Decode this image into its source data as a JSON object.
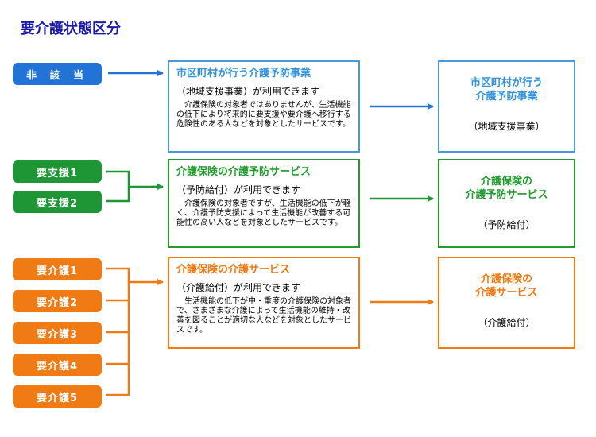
{
  "title": "要介護状態区分",
  "levels": {
    "non": "非 該 当",
    "shien1": "要支援1",
    "shien2": "要支援2",
    "kaigo1": "要介護1",
    "kaigo2": "要介護2",
    "kaigo3": "要介護3",
    "kaigo4": "要介護4",
    "kaigo5": "要介護5"
  },
  "middle": {
    "non": {
      "heading": "市区町村が行う介護予防事業",
      "subheading": "（地域支援事業）が利用できます",
      "description": "介護保険の対象者ではありませんが、生活機能の低下により将来的に要支援や要介護へ移行する危険性のある人などを対象としたサービスです。"
    },
    "shien": {
      "heading": "介護保険の介護予防サービス",
      "subheading": "（予防給付）が利用できます",
      "description": "介護保険の対象者ですが、生活機能の低下が軽く、介護予防支援によって生活機能が改善する可能性の高い人などを対象としたサービスです。"
    },
    "kaigo": {
      "heading": "介護保険の介護サービス",
      "subheading": "（介護給付）が利用できます",
      "description": "生活機能の低下が中・重度の介護保険の対象者で、さまざまな介護によって生活機能の維持・改善を図ることが適切な人などを対象としたサービスです。"
    }
  },
  "right": {
    "non": {
      "line1": "市区町村が行う",
      "line2": "介護予防事業",
      "sub": "（地域支援事業）"
    },
    "shien": {
      "line1": "介護保険の",
      "line2": "介護予防サービス",
      "sub": "（予防給付）"
    },
    "kaigo": {
      "line1": "介護保険の",
      "line2": "介護サービス",
      "sub": "（介護給付）"
    }
  },
  "colors": {
    "blue": "#2273d6",
    "green": "#1e9636",
    "orange": "#f07a14",
    "title": "#1a1aa6"
  }
}
